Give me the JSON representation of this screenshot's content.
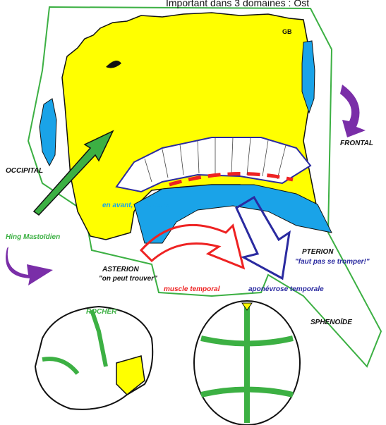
{
  "header_text": "Important dans 3 domaines : Ost",
  "signature": "GB",
  "labels": {
    "occipital": "OCCIPITAL",
    "frontal": "FRONTAL",
    "hing_mastoidien": "Hing Mastoïdien",
    "en_avant": "en avant, en dedans",
    "asterion": "ASTERION",
    "asterion_note": "\"on peut trouver\"",
    "pterion": "PTERION",
    "pterion_note": "\"faut pas se tromper!\"",
    "muscle_temporal": "muscle temporal",
    "aponevrose": "aponévrose temporale",
    "rocher": "ROCHER",
    "sphenoide": "SPHENOÏDE"
  },
  "colors": {
    "bone": "#ffff00",
    "suture": "#1aa3e8",
    "outline_green": "#3cb043",
    "muscle": "#ee2222",
    "aponevrose": "#2a2aa0",
    "rotation_arrow": "#7a2ea8",
    "fontanelle": "#3cb043"
  }
}
